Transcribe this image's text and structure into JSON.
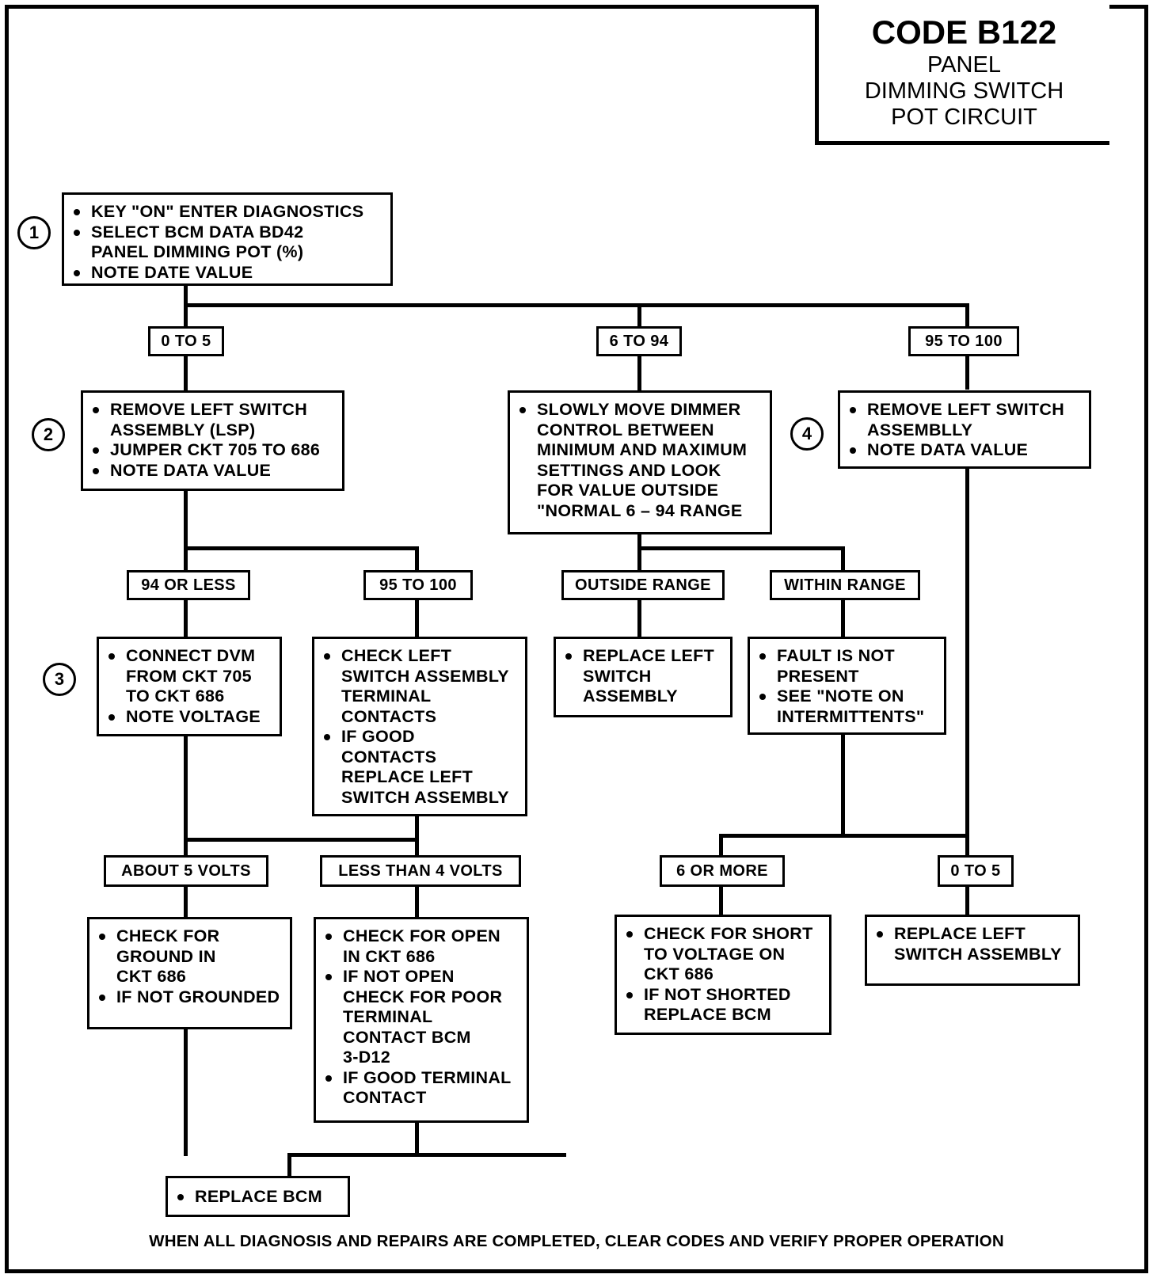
{
  "header": {
    "code": "CODE B122",
    "subtitle": "PANEL\nDIMMING SWITCH\nPOT CIRCUIT"
  },
  "footer": {
    "note": "WHEN ALL DIAGNOSIS AND REPAIRS ARE COMPLETED, CLEAR CODES AND VERIFY PROPER OPERATION"
  },
  "steps": {
    "one": "1",
    "two": "2",
    "three": "3",
    "four": "4"
  },
  "boxes": {
    "step1": [
      "KEY \"ON\" ENTER DIAGNOSTICS",
      "SELECT BCM DATA BD42\nPANEL DIMMING POT (%)",
      "NOTE DATE VALUE"
    ],
    "step2": [
      "REMOVE LEFT SWITCH\nASSEMBLY (LSP)",
      "JUMPER CKT 705 TO 686",
      "NOTE DATA VALUE"
    ],
    "dimmer": [
      "SLOWLY MOVE DIMMER\nCONTROL BETWEEN\nMINIMUM AND MAXIMUM\nSETTINGS AND LOOK\nFOR VALUE OUTSIDE\n\"NORMAL 6 – 94 RANGE"
    ],
    "step4": [
      "REMOVE LEFT SWITCH\nASSEMBLLY",
      "NOTE DATA VALUE"
    ],
    "step3": [
      "CONNECT DVM\nFROM CKT 705\nTO CKT 686",
      "NOTE VOLTAGE"
    ],
    "check_contacts": [
      "CHECK LEFT\nSWITCH ASSEMBLY\nTERMINAL\nCONTACTS",
      "IF GOOD\nCONTACTS\nREPLACE LEFT\nSWITCH ASSEMBLY"
    ],
    "replace_lsa_mid": [
      "REPLACE LEFT\nSWITCH\nASSEMBLY"
    ],
    "fault_not_present": [
      "FAULT IS NOT\nPRESENT",
      "SEE \"NOTE ON\nINTERMITTENTS\""
    ],
    "check_ground": [
      "CHECK FOR\nGROUND IN\nCKT 686",
      "IF NOT GROUNDED"
    ],
    "check_open": [
      "CHECK FOR OPEN\nIN CKT 686",
      "IF NOT OPEN\nCHECK FOR POOR\nTERMINAL\nCONTACT BCM\n3-D12",
      "IF GOOD TERMINAL\nCONTACT"
    ],
    "check_short": [
      "CHECK FOR SHORT\nTO VOLTAGE ON\nCKT 686",
      "IF NOT SHORTED\nREPLACE BCM"
    ],
    "replace_lsa_right": [
      "REPLACE LEFT\nSWITCH ASSEMBLY"
    ],
    "replace_bcm": [
      "REPLACE BCM"
    ]
  },
  "labels": {
    "r1_a": "0 TO 5",
    "r1_b": "6 TO 94",
    "r1_c": "95 TO 100",
    "r2_a": "94 OR LESS",
    "r2_b": "95 TO 100",
    "r2_c": "OUTSIDE RANGE",
    "r2_d": "WITHIN RANGE",
    "r3_a": "ABOUT 5 VOLTS",
    "r3_b": "LESS THAN 4 VOLTS",
    "r3_c": "6 OR MORE",
    "r3_d": "0 TO 5"
  },
  "colors": {
    "ink": "#000000",
    "paper": "#ffffff"
  }
}
